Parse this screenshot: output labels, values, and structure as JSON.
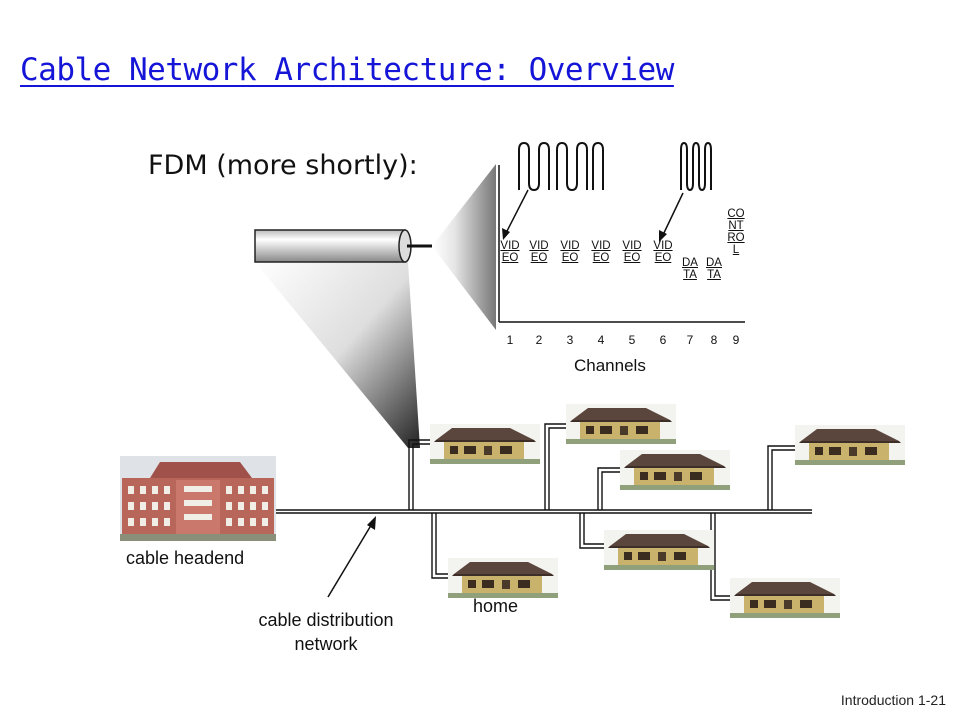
{
  "title": "Cable Network Architecture: Overview",
  "fdm_label": "FDM (more shortly):",
  "channels": {
    "axis_label": "Channels",
    "items": [
      {
        "number": "1",
        "name": "VIDEO"
      },
      {
        "number": "2",
        "name": "VIDEO"
      },
      {
        "number": "3",
        "name": "VIDEO"
      },
      {
        "number": "4",
        "name": "VIDEO"
      },
      {
        "number": "5",
        "name": "VIDEO"
      },
      {
        "number": "6",
        "name": "VIDEO"
      },
      {
        "number": "7",
        "name": "DATA"
      },
      {
        "number": "8",
        "name": "DATA"
      },
      {
        "number": "9",
        "name": "CONTROL"
      }
    ]
  },
  "labels": {
    "headend": "cable headend",
    "distribution": "cable distribution network",
    "home": "home"
  },
  "footer": "Introduction 1-21",
  "colors": {
    "title": "#1515d8",
    "house_roof": "#5a463c",
    "house_wall": "#c8b26c",
    "building_brick": "#b8655a"
  }
}
